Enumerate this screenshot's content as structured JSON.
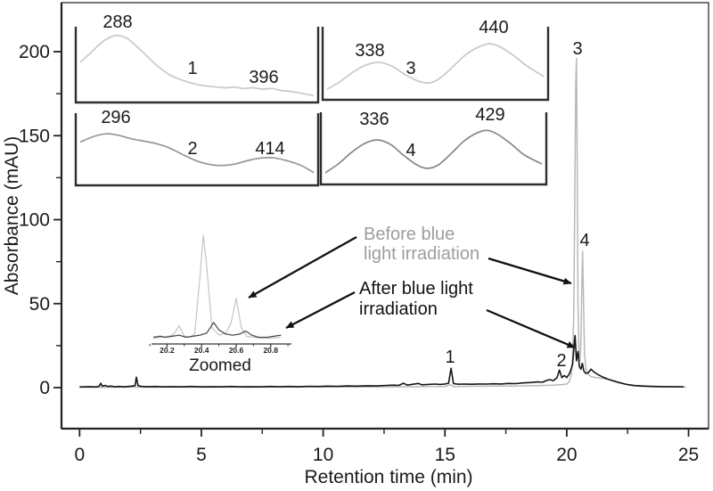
{
  "colors": {
    "before_trace": "#b8b8b8",
    "after_trace": "#161616",
    "spectrum_light": "#c9c9c9",
    "spectrum_medium": "#979797",
    "spectrum_dark": "#878787",
    "axis": "#222222",
    "frame": "#555555",
    "panel_border": "#2e2e2e",
    "legend_before_text": "#9d9d9d",
    "inset_dark_trace": "#4f4f4f"
  },
  "legend": {
    "before_line1": "Before blue",
    "before_line2": "light irradiation",
    "after_line1": "After blue light",
    "after_line2": "irradiation"
  },
  "chart_data": {
    "type": "line",
    "xlabel": "Retention time (min)",
    "ylabel": "Absorbance (mAU)",
    "xlim": [
      0,
      25
    ],
    "ylim": [
      -24,
      229
    ],
    "x_major_ticks": [
      0,
      5,
      10,
      15,
      20,
      25
    ],
    "x_minor_ticks": [
      2.5,
      7.5,
      12.5,
      17.5,
      22.5
    ],
    "y_major_ticks": [
      0,
      50,
      100,
      150,
      200
    ],
    "y_minor_ticks": [
      25,
      75,
      125,
      175
    ],
    "grid": false,
    "series": [
      {
        "name": "Before blue light irradiation",
        "color": "#b8b8b8",
        "points": [
          [
            0,
            0.2
          ],
          [
            1,
            0.2
          ],
          [
            2,
            0.3
          ],
          [
            3,
            0.2
          ],
          [
            4,
            0.3
          ],
          [
            5,
            0.2
          ],
          [
            6,
            0.3
          ],
          [
            7,
            0.2
          ],
          [
            8,
            0.3
          ],
          [
            9,
            0.3
          ],
          [
            10,
            0.4
          ],
          [
            11,
            0.4
          ],
          [
            12,
            0.5
          ],
          [
            13,
            0.5
          ],
          [
            14,
            0.6
          ],
          [
            15,
            0.7
          ],
          [
            15.22,
            1.8
          ],
          [
            15.35,
            0.7
          ],
          [
            16,
            0.8
          ],
          [
            17,
            0.9
          ],
          [
            18,
            1.0
          ],
          [
            18.8,
            1.2
          ],
          [
            19.4,
            1.5
          ],
          [
            19.8,
            1.8
          ],
          [
            20.0,
            2.2
          ],
          [
            20.1,
            3.5
          ],
          [
            20.18,
            7
          ],
          [
            20.24,
            18
          ],
          [
            20.29,
            45
          ],
          [
            20.33,
            110
          ],
          [
            20.37,
            180
          ],
          [
            20.4,
            196
          ],
          [
            20.43,
            130
          ],
          [
            20.46,
            50
          ],
          [
            20.5,
            20
          ],
          [
            20.54,
            16
          ],
          [
            20.58,
            28
          ],
          [
            20.62,
            60
          ],
          [
            20.65,
            81
          ],
          [
            20.69,
            48
          ],
          [
            20.73,
            20
          ],
          [
            20.79,
            11
          ],
          [
            20.87,
            8
          ],
          [
            21.0,
            6.5
          ],
          [
            21.2,
            6
          ],
          [
            21.45,
            5.5
          ],
          [
            21.7,
            5
          ],
          [
            22.0,
            3.8
          ],
          [
            22.3,
            2.4
          ],
          [
            22.6,
            1.4
          ],
          [
            23.0,
            0.8
          ],
          [
            23.5,
            0.5
          ],
          [
            24.0,
            0.4
          ],
          [
            24.5,
            0.4
          ],
          [
            24.9,
            0.3
          ]
        ]
      },
      {
        "name": "After blue light irradiation",
        "color": "#161616",
        "points": [
          [
            0,
            0.4
          ],
          [
            0.45,
            0.6
          ],
          [
            0.55,
            0.4
          ],
          [
            0.7,
            0.5
          ],
          [
            0.8,
            0.8
          ],
          [
            0.87,
            2.6
          ],
          [
            0.93,
            0.9
          ],
          [
            1.05,
            1.3
          ],
          [
            1.15,
            0.7
          ],
          [
            1.3,
            0.9
          ],
          [
            1.45,
            0.5
          ],
          [
            1.6,
            0.7
          ],
          [
            1.8,
            0.5
          ],
          [
            2.0,
            0.7
          ],
          [
            2.15,
            0.9
          ],
          [
            2.28,
            1.2
          ],
          [
            2.33,
            6.2
          ],
          [
            2.4,
            1.2
          ],
          [
            2.55,
            0.7
          ],
          [
            2.8,
            0.6
          ],
          [
            3.1,
            0.7
          ],
          [
            3.4,
            0.5
          ],
          [
            3.8,
            0.6
          ],
          [
            4.2,
            0.5
          ],
          [
            4.6,
            0.7
          ],
          [
            5.0,
            0.5
          ],
          [
            5.4,
            0.6
          ],
          [
            5.8,
            0.5
          ],
          [
            6.2,
            0.7
          ],
          [
            6.6,
            0.5
          ],
          [
            7.0,
            0.6
          ],
          [
            7.4,
            0.5
          ],
          [
            7.8,
            0.7
          ],
          [
            8.2,
            0.6
          ],
          [
            8.6,
            0.7
          ],
          [
            9.0,
            0.6
          ],
          [
            9.4,
            0.8
          ],
          [
            9.8,
            0.7
          ],
          [
            10.2,
            0.9
          ],
          [
            10.6,
            0.8
          ],
          [
            11.0,
            1.0
          ],
          [
            11.4,
            0.9
          ],
          [
            11.8,
            1.1
          ],
          [
            12.2,
            1.0
          ],
          [
            12.6,
            1.3
          ],
          [
            12.9,
            1.5
          ],
          [
            13.1,
            1.3
          ],
          [
            13.3,
            2.6
          ],
          [
            13.45,
            1.5
          ],
          [
            13.6,
            1.8
          ],
          [
            13.9,
            2.5
          ],
          [
            14.05,
            1.7
          ],
          [
            14.3,
            1.9
          ],
          [
            14.6,
            2.1
          ],
          [
            14.8,
            1.9
          ],
          [
            15.0,
            2.2
          ],
          [
            15.15,
            2.6
          ],
          [
            15.25,
            11.5
          ],
          [
            15.35,
            2.4
          ],
          [
            15.55,
            2.0
          ],
          [
            15.8,
            2.1
          ],
          [
            16.1,
            2.0
          ],
          [
            16.4,
            2.2
          ],
          [
            16.7,
            2.1
          ],
          [
            17.0,
            2.3
          ],
          [
            17.3,
            2.2
          ],
          [
            17.6,
            2.5
          ],
          [
            17.9,
            2.4
          ],
          [
            18.2,
            2.8
          ],
          [
            18.5,
            3.0
          ],
          [
            18.8,
            3.4
          ],
          [
            19.0,
            3.2
          ],
          [
            19.15,
            4.2
          ],
          [
            19.3,
            4.8
          ],
          [
            19.45,
            4.2
          ],
          [
            19.6,
            6.0
          ],
          [
            19.7,
            10.5
          ],
          [
            19.8,
            6.0
          ],
          [
            19.9,
            7.2
          ],
          [
            20.0,
            6.0
          ],
          [
            20.1,
            8.0
          ],
          [
            20.18,
            11
          ],
          [
            20.24,
            14
          ],
          [
            20.3,
            25
          ],
          [
            20.34,
            31
          ],
          [
            20.4,
            16
          ],
          [
            20.46,
            21.5
          ],
          [
            20.52,
            12.5
          ],
          [
            20.58,
            11
          ],
          [
            20.64,
            14.5
          ],
          [
            20.7,
            10
          ],
          [
            20.78,
            8.5
          ],
          [
            20.88,
            8.8
          ],
          [
            21.0,
            11
          ],
          [
            21.1,
            9.5
          ],
          [
            21.25,
            8
          ],
          [
            21.45,
            6.5
          ],
          [
            21.7,
            5
          ],
          [
            21.95,
            3.8
          ],
          [
            22.2,
            2.8
          ],
          [
            22.5,
            1.8
          ],
          [
            22.8,
            1.2
          ],
          [
            23.2,
            0.9
          ],
          [
            23.6,
            0.7
          ],
          [
            24.0,
            0.6
          ],
          [
            24.4,
            0.6
          ],
          [
            24.8,
            0.5
          ]
        ]
      }
    ],
    "peak_markers": [
      {
        "text": "1",
        "t": 15.25
      },
      {
        "text": "2",
        "t": 20.3
      },
      {
        "text": "3",
        "t": 20.4
      },
      {
        "text": "4",
        "t": 20.65
      }
    ],
    "inset_chart": {
      "title": "Zoomed",
      "xlim": [
        20.11,
        20.92
      ],
      "tick_labels": [
        "20.2",
        "20.4",
        "20.6",
        "20.8"
      ],
      "tick_values": [
        20.2,
        20.4,
        20.6,
        20.8
      ],
      "series": [
        {
          "name": "Before blue light irradiation",
          "color": "#c9c9c9",
          "points": [
            [
              20.12,
              2
            ],
            [
              20.17,
              3
            ],
            [
              20.21,
              4
            ],
            [
              20.24,
              6
            ],
            [
              20.27,
              14
            ],
            [
              20.3,
              4
            ],
            [
              20.33,
              3
            ],
            [
              20.36,
              6
            ],
            [
              20.39,
              60
            ],
            [
              20.41,
              100
            ],
            [
              20.43,
              70
            ],
            [
              20.46,
              12
            ],
            [
              20.5,
              5
            ],
            [
              20.54,
              7
            ],
            [
              20.57,
              16
            ],
            [
              20.6,
              40
            ],
            [
              20.63,
              12
            ],
            [
              20.66,
              4
            ],
            [
              20.7,
              3
            ],
            [
              20.75,
              2
            ],
            [
              20.8,
              2
            ],
            [
              20.86,
              3
            ]
          ]
        },
        {
          "name": "After blue light irradiation",
          "color": "#4f4f4f",
          "points": [
            [
              20.12,
              3
            ],
            [
              20.16,
              4
            ],
            [
              20.19,
              3
            ],
            [
              20.23,
              4
            ],
            [
              20.27,
              5
            ],
            [
              20.31,
              3
            ],
            [
              20.35,
              4
            ],
            [
              20.39,
              5
            ],
            [
              20.43,
              7
            ],
            [
              20.47,
              17
            ],
            [
              20.5,
              10
            ],
            [
              20.54,
              6
            ],
            [
              20.58,
              5
            ],
            [
              20.62,
              6
            ],
            [
              20.655,
              9
            ],
            [
              20.69,
              5
            ],
            [
              20.73,
              3
            ],
            [
              20.78,
              3
            ],
            [
              20.82,
              4
            ],
            [
              20.86,
              5
            ]
          ]
        }
      ]
    },
    "spectra": [
      {
        "peak": "1",
        "label_left": "288",
        "label_right": "396",
        "color": "#c9c9c9",
        "curve": [
          [
            0,
            0.52
          ],
          [
            0.05,
            0.68
          ],
          [
            0.1,
            0.84
          ],
          [
            0.15,
            0.92
          ],
          [
            0.2,
            0.88
          ],
          [
            0.26,
            0.7
          ],
          [
            0.32,
            0.5
          ],
          [
            0.38,
            0.34
          ],
          [
            0.44,
            0.25
          ],
          [
            0.5,
            0.19
          ],
          [
            0.56,
            0.16
          ],
          [
            0.62,
            0.14
          ],
          [
            0.66,
            0.15
          ],
          [
            0.7,
            0.13
          ],
          [
            0.74,
            0.14
          ],
          [
            0.78,
            0.12
          ],
          [
            0.82,
            0.13
          ],
          [
            0.86,
            0.1
          ],
          [
            0.91,
            0.08
          ],
          [
            0.96,
            0.05
          ],
          [
            1,
            0.02
          ]
        ]
      },
      {
        "peak": "2",
        "label_left": "296",
        "label_right": "414",
        "color": "#979797",
        "curve": [
          [
            0,
            0.6
          ],
          [
            0.06,
            0.69
          ],
          [
            0.11,
            0.73
          ],
          [
            0.16,
            0.71
          ],
          [
            0.22,
            0.65
          ],
          [
            0.28,
            0.61
          ],
          [
            0.33,
            0.57
          ],
          [
            0.38,
            0.51
          ],
          [
            0.44,
            0.4
          ],
          [
            0.5,
            0.3
          ],
          [
            0.55,
            0.25
          ],
          [
            0.6,
            0.23
          ],
          [
            0.66,
            0.25
          ],
          [
            0.72,
            0.31
          ],
          [
            0.78,
            0.35
          ],
          [
            0.83,
            0.35
          ],
          [
            0.88,
            0.31
          ],
          [
            0.94,
            0.24
          ],
          [
            1,
            0.12
          ]
        ]
      },
      {
        "peak": "3",
        "label_left": "338",
        "label_right": "440",
        "color": "#c9c9c9",
        "curve": [
          [
            0,
            0.08
          ],
          [
            0.06,
            0.2
          ],
          [
            0.12,
            0.35
          ],
          [
            0.18,
            0.46
          ],
          [
            0.24,
            0.5
          ],
          [
            0.3,
            0.44
          ],
          [
            0.36,
            0.31
          ],
          [
            0.42,
            0.21
          ],
          [
            0.47,
            0.18
          ],
          [
            0.52,
            0.25
          ],
          [
            0.58,
            0.43
          ],
          [
            0.64,
            0.62
          ],
          [
            0.7,
            0.74
          ],
          [
            0.75,
            0.79
          ],
          [
            0.8,
            0.74
          ],
          [
            0.86,
            0.61
          ],
          [
            0.92,
            0.45
          ],
          [
            1,
            0.28
          ]
        ]
      },
      {
        "peak": "4",
        "label_left": "336",
        "label_right": "429",
        "color": "#878787",
        "curve": [
          [
            0,
            0.1
          ],
          [
            0.06,
            0.24
          ],
          [
            0.12,
            0.42
          ],
          [
            0.18,
            0.56
          ],
          [
            0.24,
            0.62
          ],
          [
            0.3,
            0.55
          ],
          [
            0.36,
            0.38
          ],
          [
            0.42,
            0.23
          ],
          [
            0.47,
            0.17
          ],
          [
            0.52,
            0.22
          ],
          [
            0.58,
            0.4
          ],
          [
            0.64,
            0.6
          ],
          [
            0.7,
            0.73
          ],
          [
            0.75,
            0.77
          ],
          [
            0.8,
            0.7
          ],
          [
            0.86,
            0.55
          ],
          [
            0.92,
            0.38
          ],
          [
            1,
            0.24
          ]
        ]
      }
    ]
  }
}
